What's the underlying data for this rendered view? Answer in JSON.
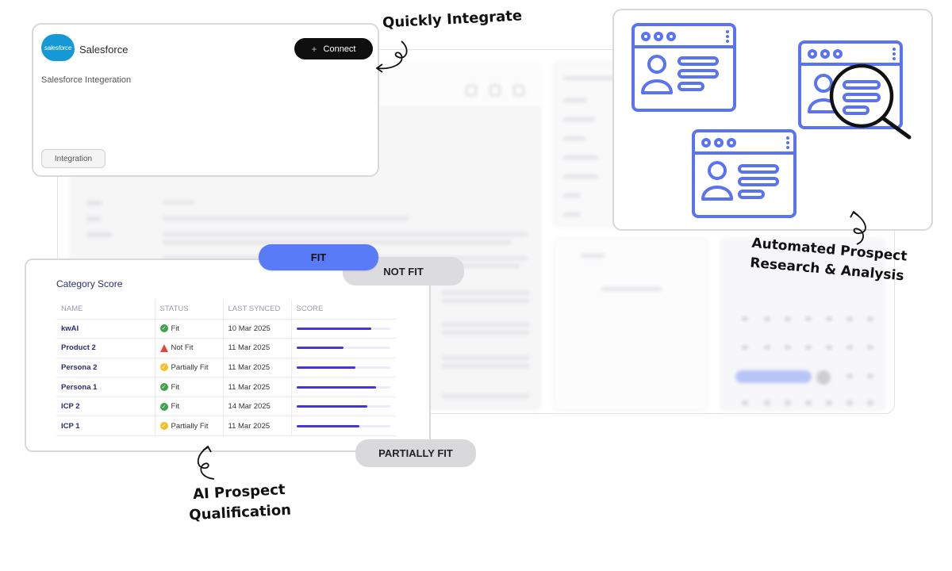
{
  "salesforce": {
    "logo_text": "salesforce",
    "name": "Salesforce",
    "connect_label": "Connect",
    "subtitle": "Salesforce Integeration",
    "tag": "Integration"
  },
  "callouts": {
    "quick": "Quickly Integrate",
    "research_line1": "Automated Prospect",
    "research_line2": "Research & Analysis",
    "qual_line1": "AI Prospect",
    "qual_line2": "Qualification"
  },
  "pills": {
    "fit": "FIT",
    "not_fit": "NOT FIT",
    "partial": "PARTIALLY FIT"
  },
  "category_score": {
    "title": "Category Score",
    "headers": [
      "NAME",
      "STATUS",
      "LAST SYNCED",
      "SCORE"
    ],
    "rows": [
      {
        "name": "kwAI",
        "status": "Fit",
        "status_type": "fit",
        "synced": "10 Mar 2025",
        "score": 0.8
      },
      {
        "name": "Product 2",
        "status": "Not Fit",
        "status_type": "notfit",
        "synced": "11 Mar 2025",
        "score": 0.5
      },
      {
        "name": "Persona 2",
        "status": "Partially Fit",
        "status_type": "partial",
        "synced": "11 Mar 2025",
        "score": 0.63
      },
      {
        "name": "Persona 1",
        "status": "Fit",
        "status_type": "fit",
        "synced": "11 Mar 2025",
        "score": 0.85
      },
      {
        "name": "ICP 2",
        "status": "Fit",
        "status_type": "fit",
        "synced": "14 Mar 2025",
        "score": 0.76
      },
      {
        "name": "ICP 1",
        "status": "Partially Fit",
        "status_type": "partial",
        "synced": "11 Mar 2025",
        "score": 0.67
      }
    ]
  },
  "colors": {
    "accent_blue": "#5a7bf8",
    "score_bar": "#4636d6",
    "illustration_stroke": "#5a73f0",
    "fit_green": "#3fa34d",
    "notfit_red": "#e0463b",
    "partial_yellow": "#f3c028"
  }
}
